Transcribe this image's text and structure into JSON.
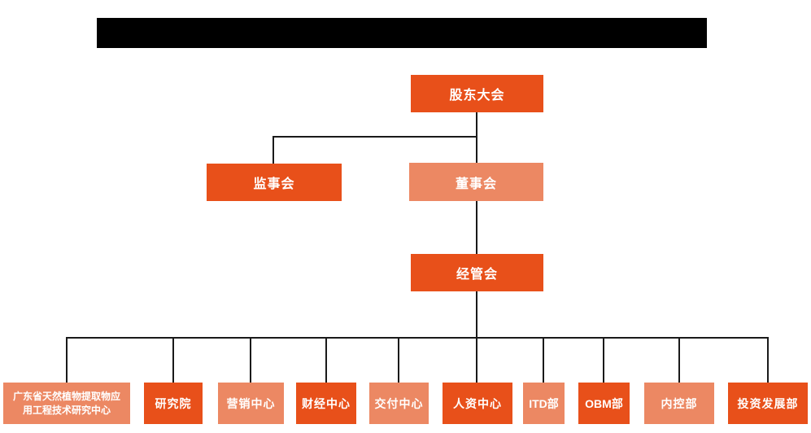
{
  "colors": {
    "node_primary": "#E8501A",
    "node_secondary": "#EC8863",
    "connector_line": "#1A1A1A",
    "banner": "#000000",
    "node_text": "#FFFFFF"
  },
  "org_chart": {
    "level1": {
      "label": "股东大会",
      "variant": "primary"
    },
    "level2": [
      {
        "label": "监事会",
        "variant": "primary"
      },
      {
        "label": "董事会",
        "variant": "secondary"
      }
    ],
    "level3": {
      "label": "经管会",
      "variant": "primary"
    },
    "level4": [
      {
        "label": "广东省天然植物提取物应用工程技术研究中心",
        "variant": "secondary"
      },
      {
        "label": "研究院",
        "variant": "primary"
      },
      {
        "label": "营销中心",
        "variant": "secondary"
      },
      {
        "label": "财经中心",
        "variant": "primary"
      },
      {
        "label": "交付中心",
        "variant": "secondary"
      },
      {
        "label": "人资中心",
        "variant": "primary"
      },
      {
        "label": "ITD部",
        "variant": "secondary"
      },
      {
        "label": "OBM部",
        "variant": "primary"
      },
      {
        "label": "内控部",
        "variant": "secondary"
      },
      {
        "label": "投资发展部",
        "variant": "primary"
      }
    ]
  }
}
